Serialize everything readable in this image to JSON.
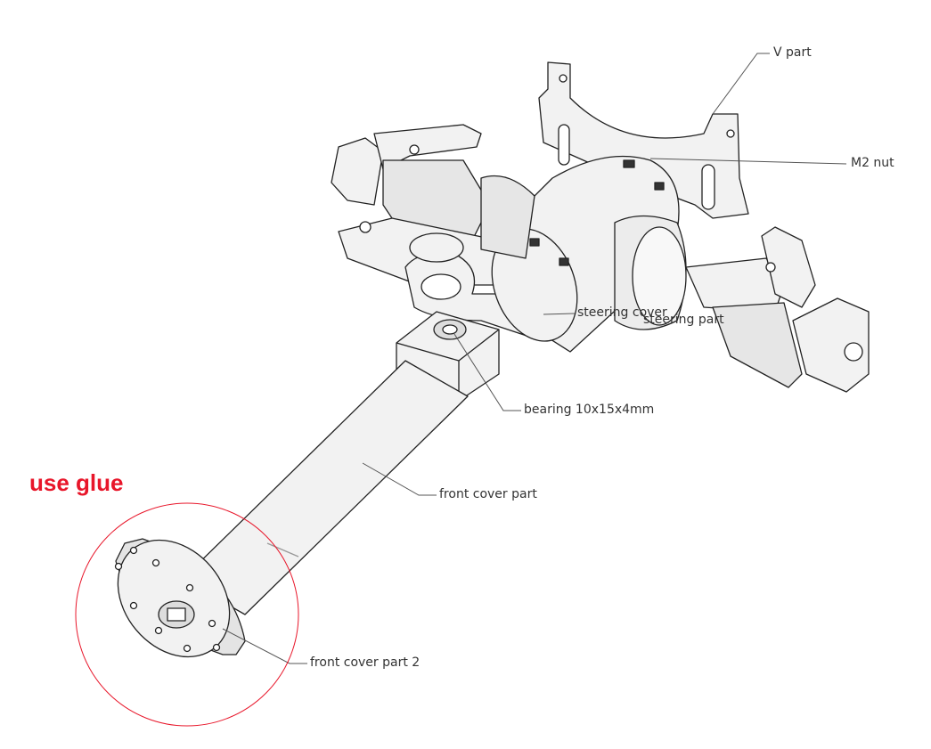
{
  "labels": {
    "v_part": "V part",
    "m2_nut": "M2 nut",
    "steering_cover": "steering cover",
    "steering_part": "steering part",
    "bearing": "bearing 10x15x4mm",
    "front_cover_part": "front cover part",
    "front_cover_part_2": "front cover part 2"
  },
  "annotation": {
    "text": "use glue",
    "color": "#e8162a"
  },
  "colors": {
    "part_fill": "#f2f2f2",
    "shade": "#d6d6d6",
    "outline": "#222222",
    "leader": "#555555",
    "highlight_circle": "#e8162a"
  }
}
